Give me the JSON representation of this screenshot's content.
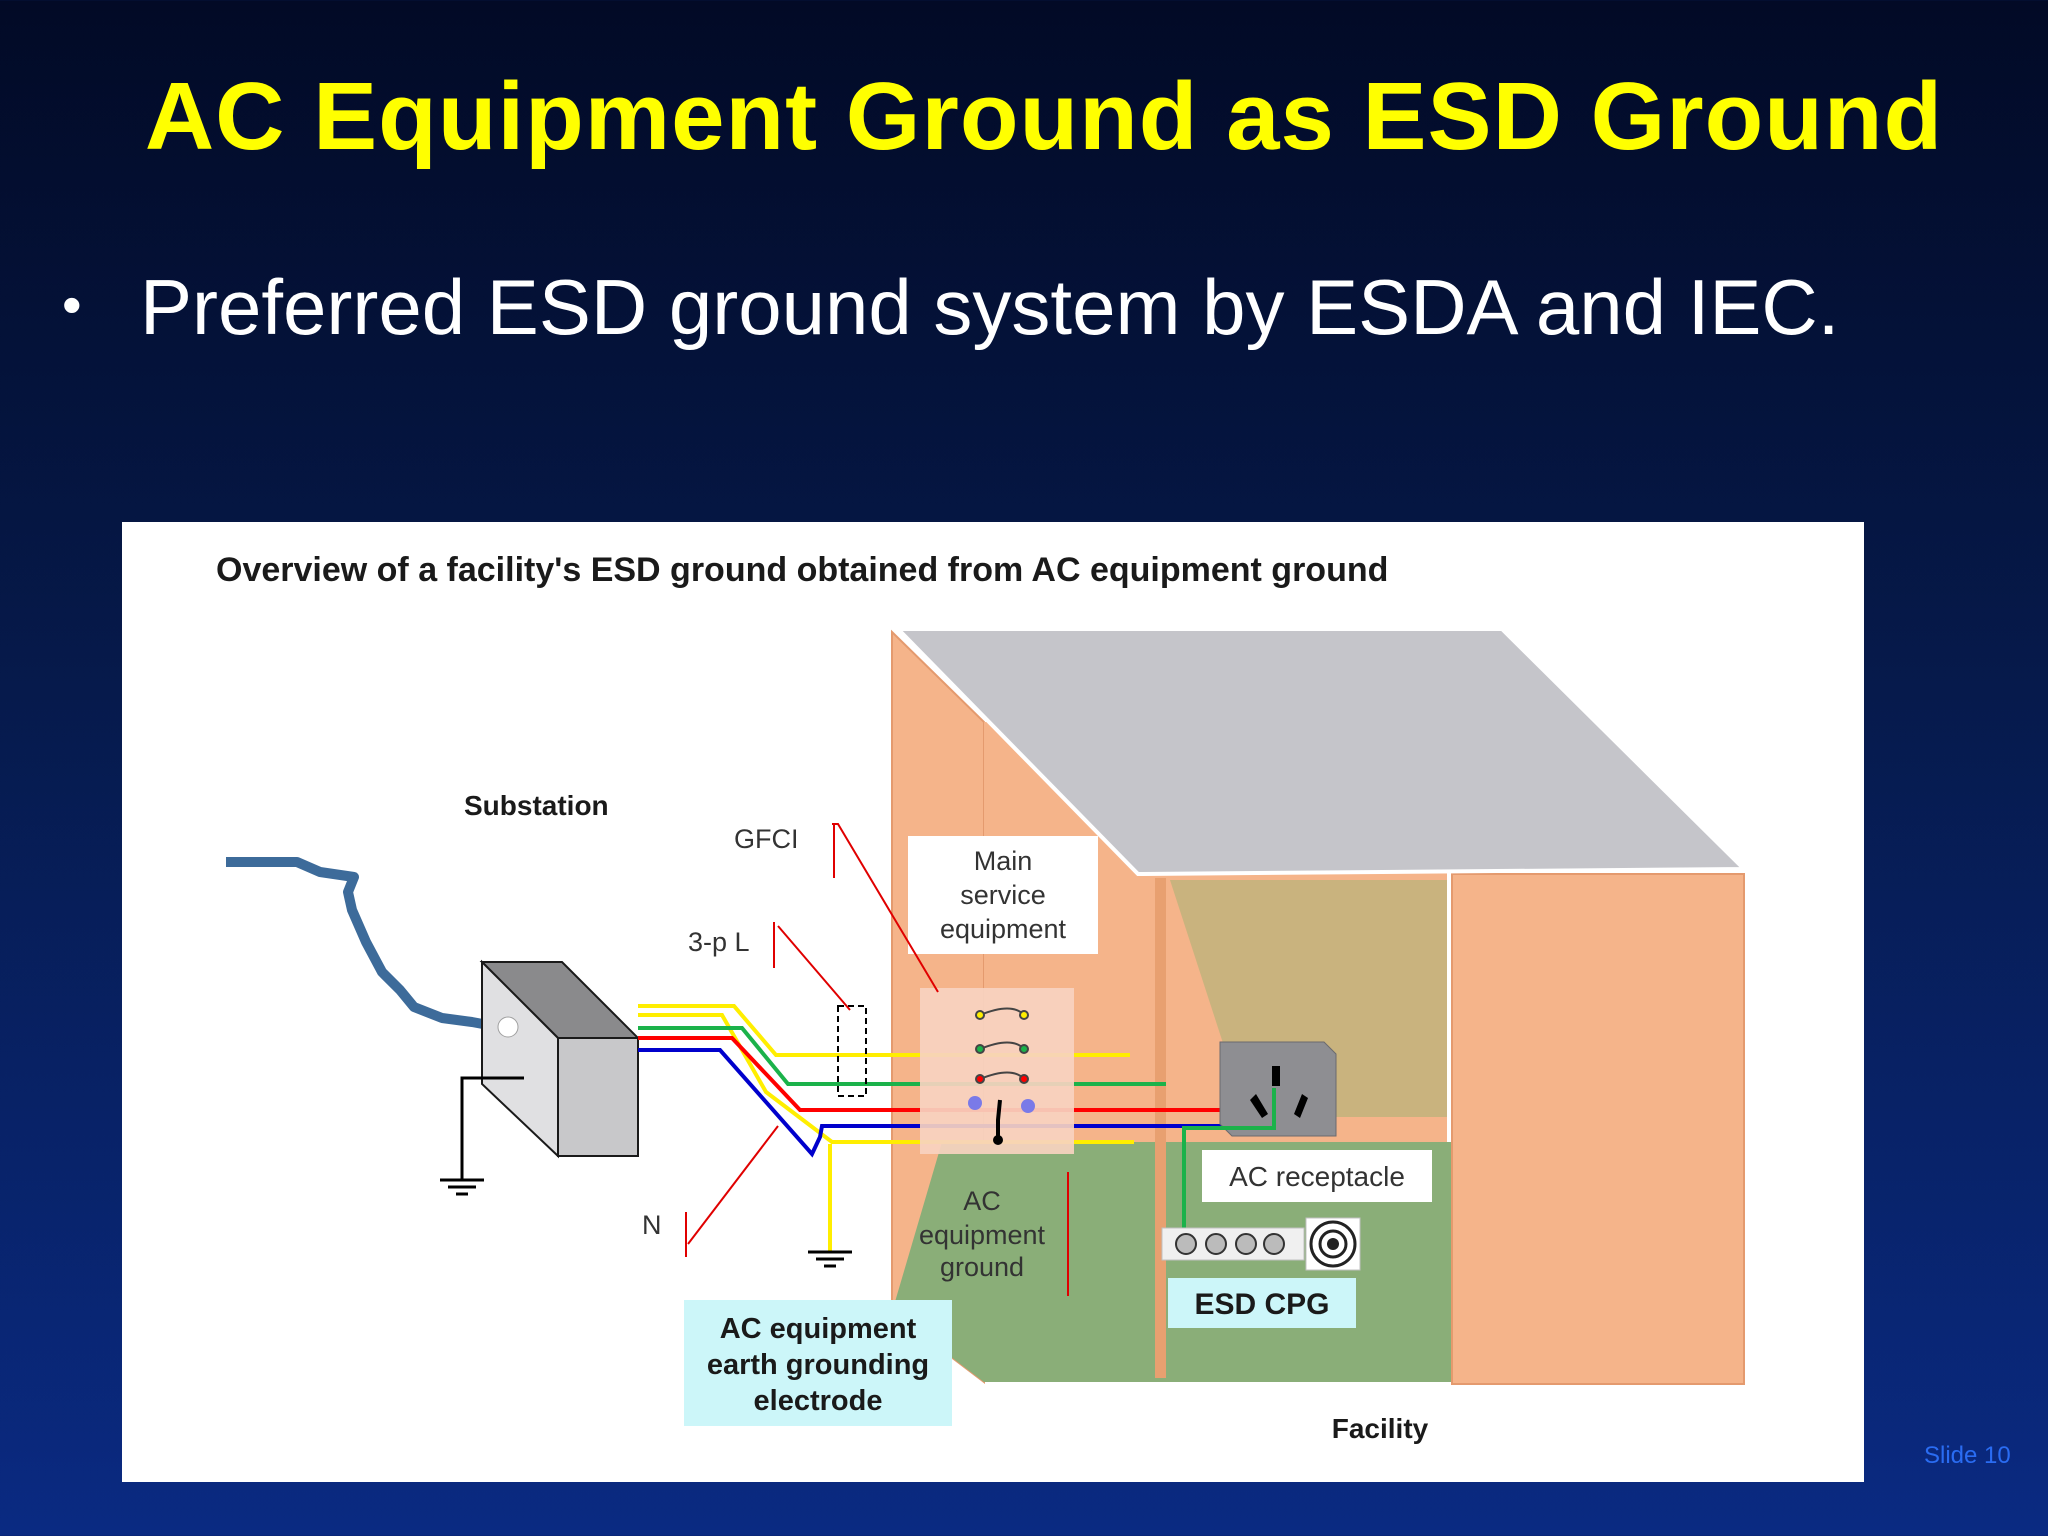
{
  "slide": {
    "title": "AC Equipment Ground as ESD Ground",
    "bullet": "Preferred ESD ground system by ESDA and IEC.",
    "number": "Slide 10"
  },
  "diagram": {
    "title": "Overview of a facility's ESD ground obtained from AC equipment ground",
    "labels": {
      "substation": "Substation",
      "gfci": "GFCI",
      "three_pl": "3-p L",
      "neutral": "N",
      "main_service": [
        "Main",
        "service",
        "equipment"
      ],
      "ac_equipment_ground": [
        "AC",
        "equipment",
        "ground"
      ],
      "earth_electrode": [
        "AC equipment",
        "earth grounding",
        "electrode"
      ],
      "ac_receptacle": "AC receptacle",
      "esd_cpg": "ESD CPG",
      "facility": "Facility"
    },
    "colors": {
      "wall": "#f5b48a",
      "roof": "#c5c5ca",
      "floor": "#8aae78",
      "label_box": "#ccf6f9",
      "wire_yellow": "#ffee00",
      "wire_green": "#1bb24a",
      "wire_red": "#ff0000",
      "wire_blue": "#0000cc",
      "leader": "#e00000",
      "cable": "#3d6b9a"
    }
  }
}
